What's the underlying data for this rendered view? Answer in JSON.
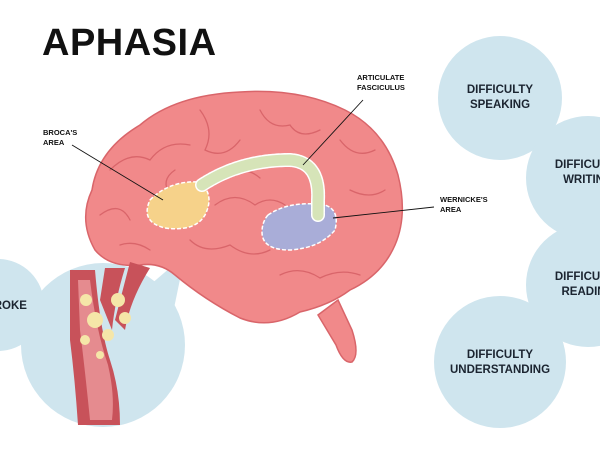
{
  "title": "APHASIA",
  "labels": {
    "broca": [
      "BROCA'S",
      "AREA"
    ],
    "fasciculus": [
      "ARTICULATE",
      "FASCICULUS"
    ],
    "wernicke": [
      "WERNICKE'S",
      "AREA"
    ]
  },
  "bubbles": {
    "speaking": [
      "DIFFICULTY",
      "SPEAKING"
    ],
    "writing": [
      "DIFFICULTY",
      "WRITING"
    ],
    "reading": [
      "DIFFICULTY",
      "READING"
    ],
    "understanding": [
      "DIFFICULTY",
      "UNDERSTANDING"
    ],
    "stroke": "STROKE"
  },
  "colors": {
    "brain": "#f1898a",
    "brain_line": "#d9656a",
    "bubble": "#cfe5ee",
    "broca": "#f6d28a",
    "fasciculus": "#d6e4b8",
    "wernicke": "#a9add8",
    "artery": "#c8525a",
    "plaque": "#f5e6a8"
  }
}
